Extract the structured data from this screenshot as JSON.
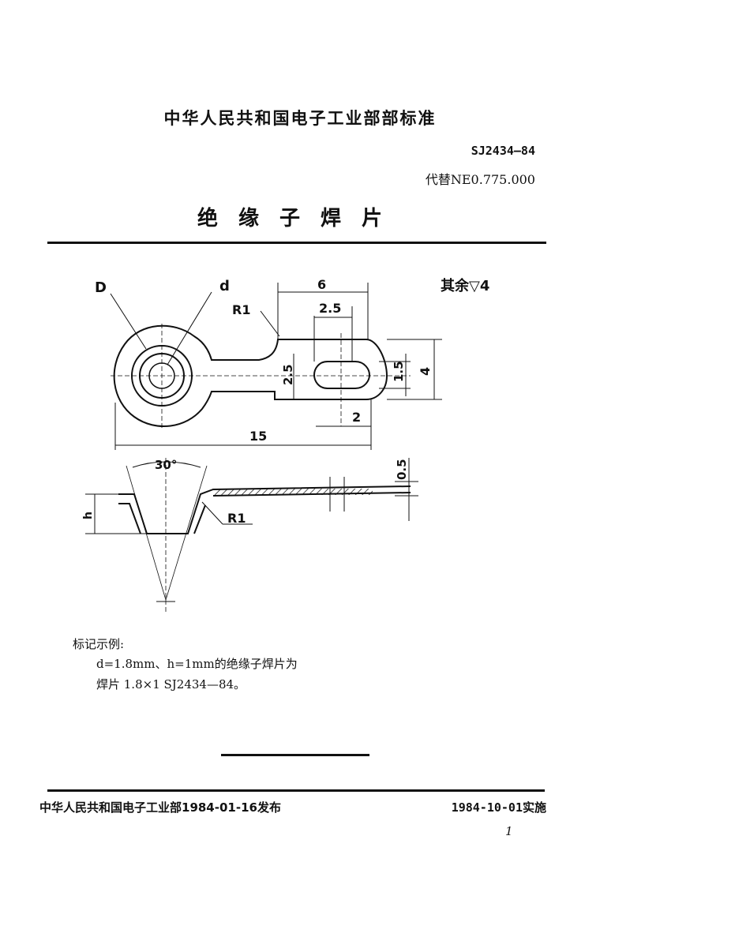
{
  "header": {
    "standard_body": "中华人民共和国电子工业部部标准",
    "standard_number": "SJ2434—84",
    "replaces": "代替NE0.775.000",
    "title": "绝缘子焊片"
  },
  "drawing": {
    "roughness_note": "其余▽4",
    "labels": {
      "D": "D",
      "d": "d",
      "r1_top": "R1",
      "r1_bottom": "R1",
      "dim_6": "6",
      "dim_2_5_top": "2.5",
      "dim_2_5_side": "2.5",
      "dim_1_5": "1.5",
      "dim_4": "4",
      "dim_2": "2",
      "dim_15": "15",
      "dim_30deg": "30°",
      "dim_0_5": "0.5",
      "dim_h": "h"
    }
  },
  "marking": {
    "heading": "标记示例:",
    "line1": "d=1.8mm、h=1mm的绝缘子焊片为",
    "line2": "焊片  1.8×1  SJ2434—84。"
  },
  "footer": {
    "issued": "中华人民共和国电子工业部1984-01-16发布",
    "effective": "1984-10-01实施",
    "page_number": "1"
  }
}
